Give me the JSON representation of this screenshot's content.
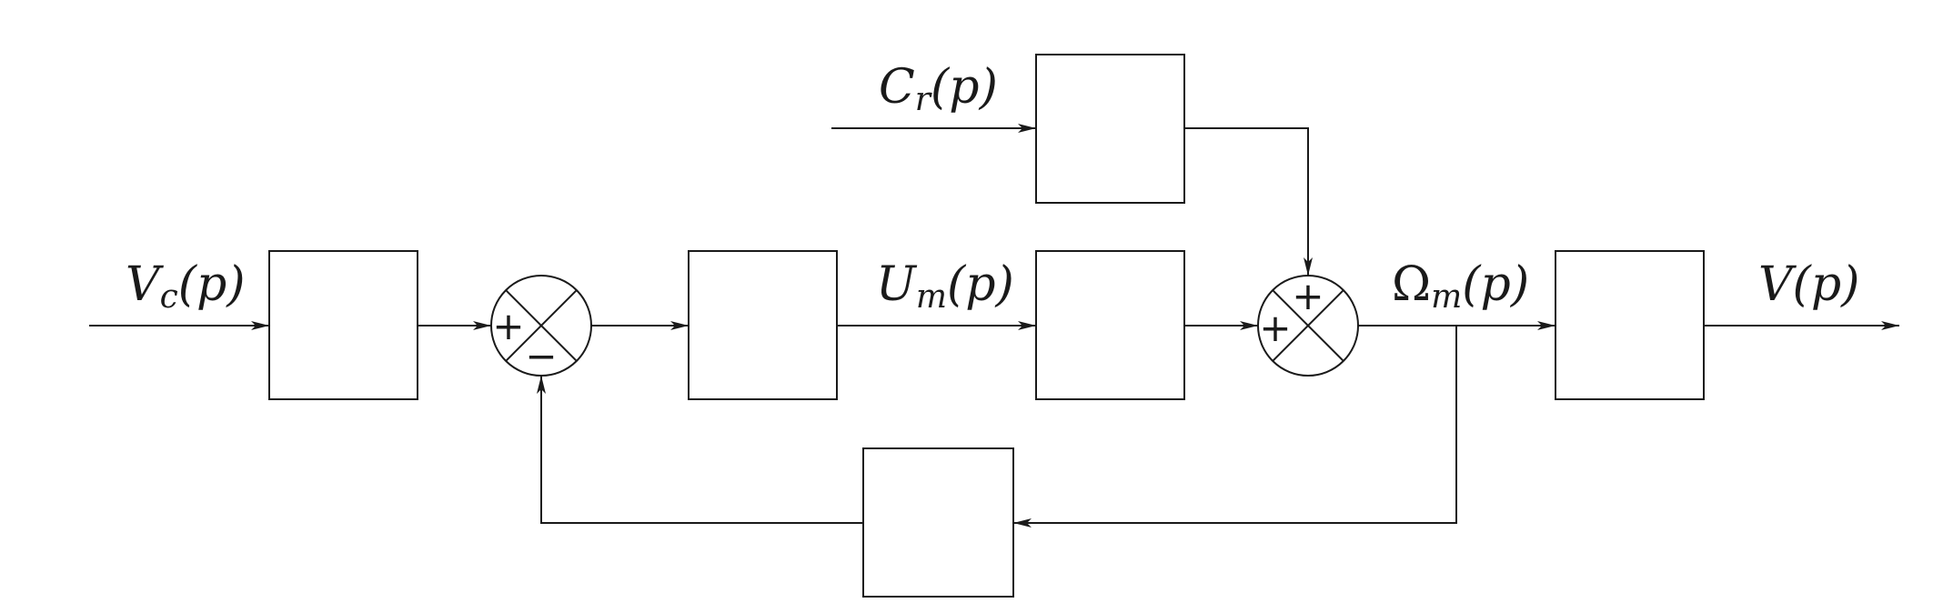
{
  "diagram": {
    "labels": {
      "input": {
        "base": "V",
        "sub": "c",
        "arg": "(p)"
      },
      "disturbance": {
        "base": "C",
        "sub": "r",
        "arg": "(p)"
      },
      "voltage": {
        "base": "U",
        "sub": "m",
        "arg": "(p)"
      },
      "speed": {
        "base": "Ω",
        "sub": "m",
        "arg": "(p)"
      },
      "output": {
        "text": "V(p)"
      }
    },
    "summer1": {
      "sign_left": "+",
      "sign_bottom": "−"
    },
    "summer2": {
      "sign_left": "+",
      "sign_top": "+"
    }
  }
}
